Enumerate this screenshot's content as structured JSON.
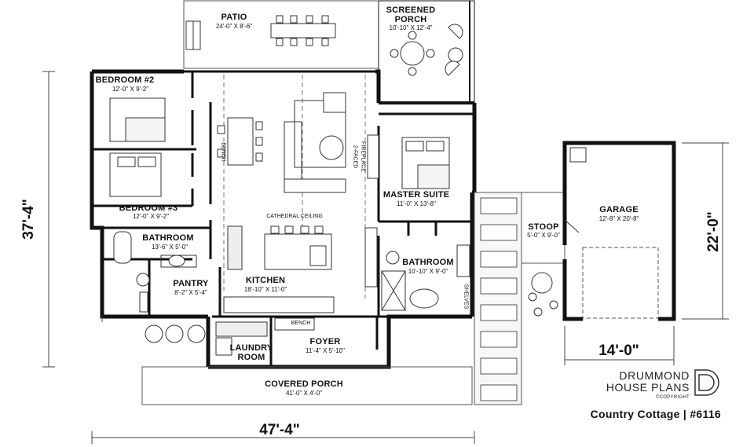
{
  "rooms": {
    "patio": {
      "name": "PATIO",
      "dims": "24'-0\" X 8'-6\""
    },
    "screened_porch": {
      "name1": "SCREENED",
      "name2": "PORCH",
      "dims": "10'-10\" X 12'-4\""
    },
    "bedroom2": {
      "name": "BEDROOM #2",
      "dims": "12'-0\" X 9'-2\""
    },
    "bedroom3": {
      "name": "BEDROOM #3",
      "dims": "12'-0\" X 9'-2\""
    },
    "bathroom_left": {
      "name": "BATHROOM",
      "dims": "13'-6\" X 5'-0\""
    },
    "pantry": {
      "name": "PANTRY",
      "dims": "8'-2\" X 5'-4\""
    },
    "kitchen": {
      "name": "KITCHEN",
      "dims": "18'-10\" X 11'-0\""
    },
    "master_suite": {
      "name": "MASTER SUITE",
      "dims": "11'-0\" X 13'-8\""
    },
    "bathroom_master": {
      "name": "BATHROOM",
      "dims": "10'-10\" X 9'-0\""
    },
    "laundry": {
      "name1": "LAUNDRY",
      "name2": "ROOM"
    },
    "foyer": {
      "name": "FOYER",
      "dims": "11'-4\" X 5'-10\""
    },
    "covered_porch": {
      "name": "COVERED PORCH",
      "dims": "41'-0\" X 4'-0\""
    },
    "stoop": {
      "name": "STOOP",
      "dims": "5'-0\" X 9'-0\""
    },
    "garage": {
      "name": "GARAGE",
      "dims": "12'-8\" X 20'-8\""
    }
  },
  "annotations": {
    "cathedral_ceiling": "CATHEDRAL CEILING",
    "fireplace1": "2-FACED",
    "fireplace2": "FIREPLACE",
    "bench_left": "BENCH",
    "bench_foyer": "BENCH",
    "shelves": "SHELVES"
  },
  "dimensions": {
    "overall_width": "47'-4\"",
    "overall_depth": "37'-4\"",
    "garage_width": "14'-0\"",
    "garage_depth": "22'-0\""
  },
  "branding": {
    "line1": "DRUMMOND",
    "line2": "HOUSE PLANS",
    "copyright": "©COPYRIGHT",
    "caption": "Country Cottage | #6116"
  }
}
